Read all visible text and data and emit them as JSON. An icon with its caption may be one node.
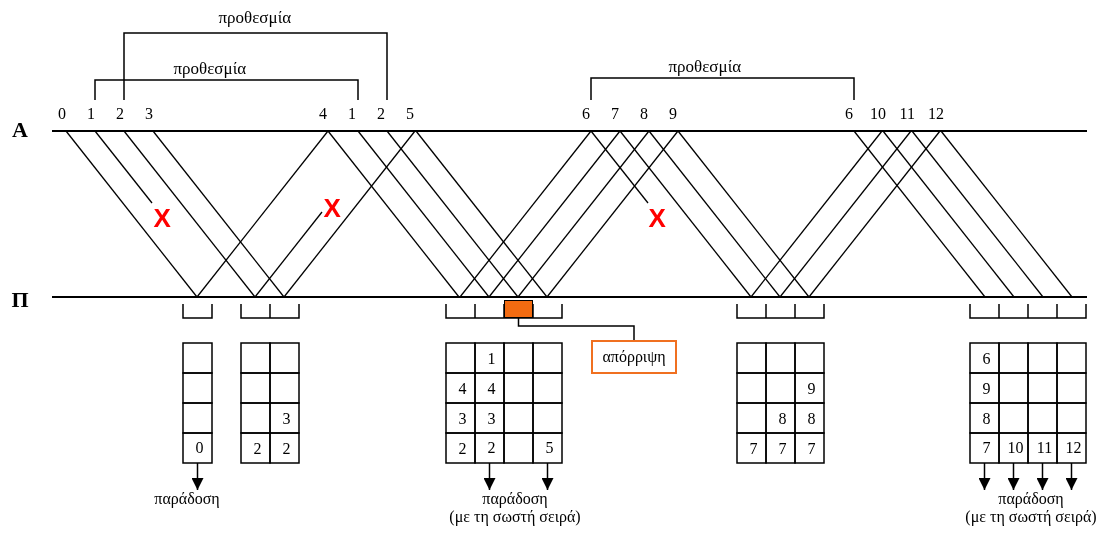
{
  "diagram": {
    "nodes": [
      {
        "text": [
          "απόρριψη"
        ]
      },
      {
        "text": [],
        "shape": "box"
      },
      {
        "text": [
          "παράδοση"
        ]
      },
      {
        "text": [
          "παράδοση",
          "(με τη σωστή σειρά)"
        ]
      },
      {
        "text": [
          "παράδοση",
          "(με τη σωστή σειρά)"
        ]
      },
      {
        "text": [
          "0"
        ]
      },
      {
        "text": [
          "2"
        ]
      },
      {
        "text": [
          "5"
        ]
      },
      {
        "text": [
          "7"
        ]
      },
      {
        "text": [
          "10"
        ]
      },
      {
        "text": [
          "11"
        ]
      },
      {
        "text": [
          "12"
        ]
      }
    ],
    "edges": [
      {
        "from": 0,
        "to": 1,
        "arrow": "none"
      },
      {
        "from": 5,
        "to": 2,
        "arrow": "to"
      },
      {
        "from": 6,
        "to": 3,
        "arrow": "to"
      },
      {
        "from": 7,
        "to": 3,
        "arrow": "to"
      },
      {
        "from": 8,
        "to": 4,
        "arrow": "to"
      },
      {
        "from": 9,
        "to": 4,
        "arrow": "to"
      },
      {
        "from": 10,
        "to": 4,
        "arrow": "to"
      },
      {
        "from": 11,
        "to": 4,
        "arrow": "to"
      }
    ],
    "labels": [
      "προθεσμία",
      "προθεσμία",
      "προθεσμία",
      "A",
      "0",
      "1",
      "2",
      "3",
      "4",
      "1",
      "2",
      "5",
      "6",
      "7",
      "8",
      "9",
      "6",
      "10",
      "11",
      "12",
      "X",
      "X",
      "X",
      "Π",
      "3",
      "2",
      "2",
      "1",
      "4",
      "4",
      "3",
      "3",
      "2",
      "9",
      "8",
      "8",
      "7",
      "7",
      "7",
      "6",
      "9",
      "8"
    ]
  }
}
